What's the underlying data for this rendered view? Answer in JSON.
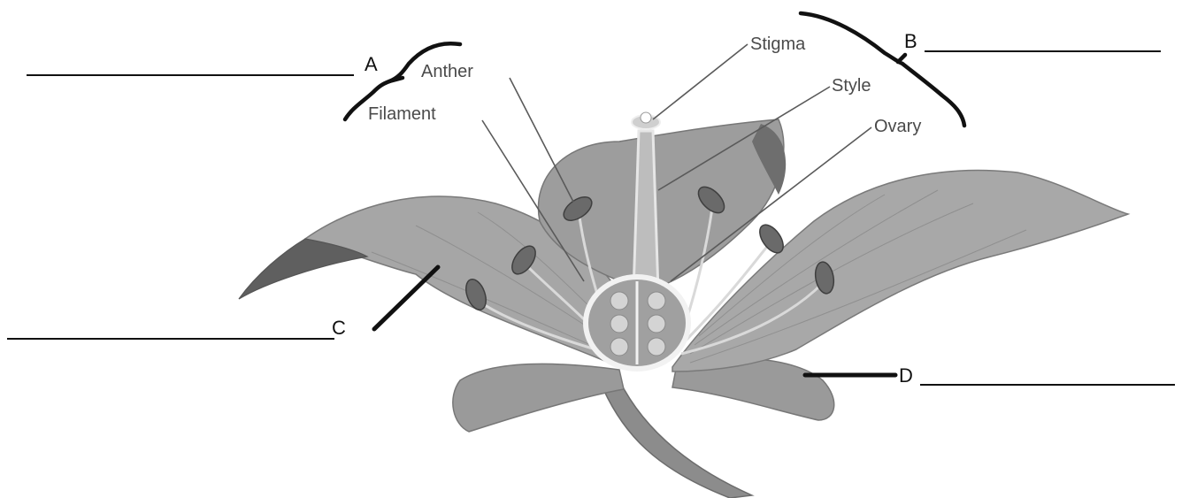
{
  "diagram": {
    "labels": {
      "stigma": "Stigma",
      "style": "Style",
      "ovary": "Ovary",
      "anther": "Anther",
      "filament": "Filament"
    },
    "blanks": {
      "a": "A",
      "b": "B",
      "c": "C",
      "d": "D"
    }
  }
}
